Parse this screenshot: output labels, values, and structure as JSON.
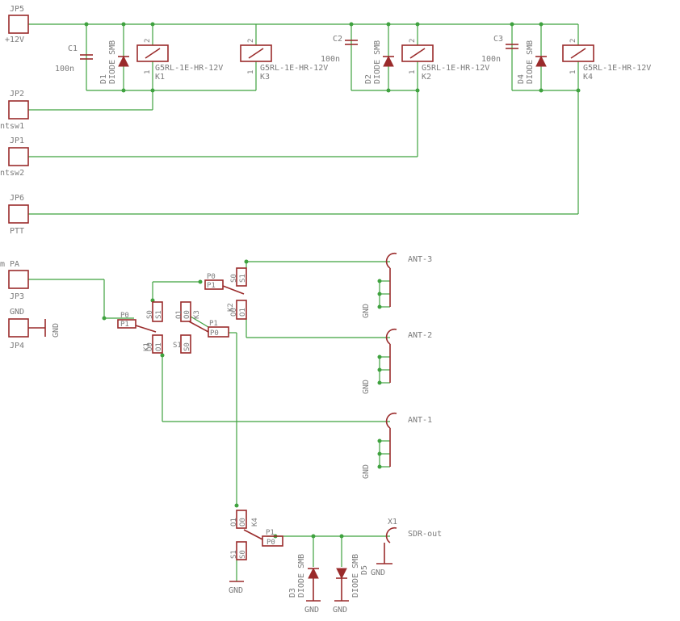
{
  "connectors": {
    "jp5": {
      "name": "JP5",
      "value": "+12V"
    },
    "jp2": {
      "name": "JP2",
      "value": "ntsw1"
    },
    "jp1": {
      "name": "JP1",
      "value": "ntsw2"
    },
    "jp6": {
      "name": "JP6",
      "value": "PTT"
    },
    "jp3": {
      "name": "JP3",
      "value": "m PA"
    },
    "jp4": {
      "name": "JP4",
      "value": "GND"
    }
  },
  "caps": [
    {
      "name": "C1",
      "value": "100n"
    },
    {
      "name": "C2",
      "value": "100n"
    },
    {
      "name": "C3",
      "value": "100n"
    }
  ],
  "diodes": [
    {
      "name": "D1",
      "value": "DIODE SMB"
    },
    {
      "name": "D2",
      "value": "DIODE SMB"
    },
    {
      "name": "D4",
      "value": "DIODE SMB"
    },
    {
      "name": "D3",
      "value": "DIODE SMB"
    },
    {
      "name": "D5",
      "value": "DIODE SMB"
    }
  ],
  "relays": [
    {
      "name": "K1",
      "value": "G5RL-1E-HR-12V"
    },
    {
      "name": "K3",
      "value": "G5RL-1E-HR-12V"
    },
    {
      "name": "K2",
      "value": "G5RL-1E-HR-12V"
    },
    {
      "name": "K4",
      "value": "G5RL-1E-HR-12V"
    }
  ],
  "antennas": {
    "ant3": "ANT-3",
    "ant2": "ANT-2",
    "ant1": "ANT-1",
    "sdr": "SDR-out",
    "x1": "X1"
  },
  "pins": {
    "one": "1",
    "two": "2",
    "p0": "P0",
    "p1": "P1",
    "s0": "S0",
    "s1": "S1",
    "o0": "O0",
    "o1": "O1",
    "gnd": "GND"
  }
}
